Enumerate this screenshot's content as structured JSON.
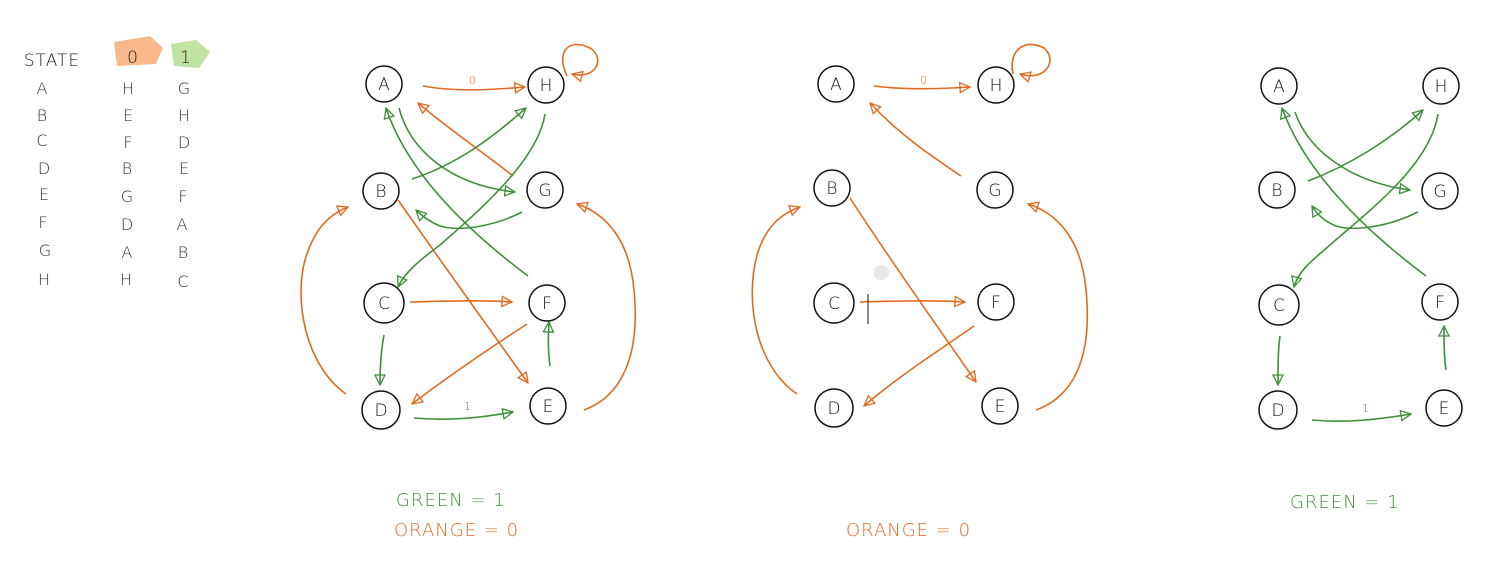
{
  "colors": {
    "one": "#3f8f3a",
    "zero": "#e06a1e",
    "ink": "#111111",
    "one_highlight": "#bfe3a0",
    "zero_highlight": "#f7b98a"
  },
  "table": {
    "header": [
      "STATE",
      "0",
      "1"
    ],
    "rows": [
      [
        "A",
        "H",
        "G"
      ],
      [
        "B",
        "E",
        "H"
      ],
      [
        "C",
        "F",
        "D"
      ],
      [
        "D",
        "B",
        "E"
      ],
      [
        "E",
        "G",
        "F"
      ],
      [
        "F",
        "D",
        "A"
      ],
      [
        "G",
        "A",
        "B"
      ],
      [
        "H",
        "H",
        "C"
      ]
    ]
  },
  "diagrams": [
    {
      "nodes": [
        "A",
        "H",
        "B",
        "G",
        "C",
        "F",
        "D",
        "E"
      ],
      "edge_labels": {
        "orange": "0",
        "green": "1"
      },
      "legend": [
        "GREEN = 1",
        "ORANGE = 0"
      ]
    },
    {
      "nodes": [
        "A",
        "H",
        "B",
        "G",
        "C",
        "F",
        "D",
        "E"
      ],
      "edge_labels": {
        "orange": "0"
      },
      "legend": [
        "ORANGE = 0"
      ]
    },
    {
      "nodes": [
        "A",
        "H",
        "B",
        "G",
        "C",
        "F",
        "D",
        "E"
      ],
      "edge_labels": {
        "green": "1"
      },
      "legend": [
        "GREEN = 1"
      ]
    }
  ]
}
